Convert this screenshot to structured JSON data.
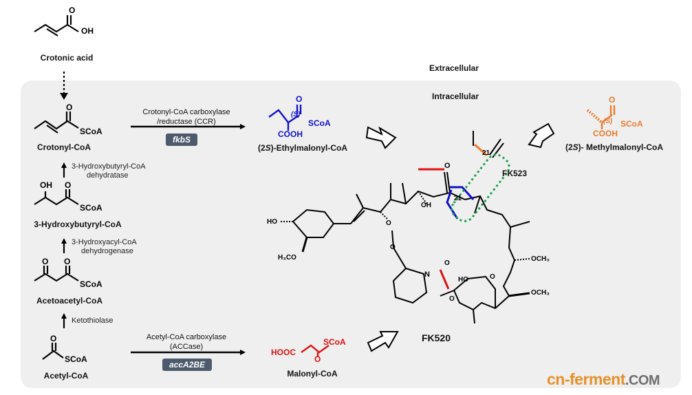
{
  "compartments": {
    "extracellular": "Extracellular",
    "intracellular": "Intracellular"
  },
  "compounds": {
    "crotonic_acid": "Crotonic acid",
    "crotonyl_coa": "Crotonyl-CoA",
    "hydroxybutyryl_coa": "3-Hydroxybutyryl-CoA",
    "acetoacetyl_coa": "Acetoacetyl-CoA",
    "acetyl_coa": "Acetyl-CoA",
    "ethylmalonyl_coa_prefix": "(2",
    "ethylmalonyl_coa_s": "S",
    "ethylmalonyl_coa_suffix": ")-Ethylmalonyl-CoA",
    "methylmalonyl_coa_prefix": "(2",
    "methylmalonyl_coa_s": "S",
    "methylmalonyl_coa_suffix": ")- Methylmalonyl-CoA",
    "malonyl_coa": "Malonyl-CoA",
    "fk520": "FK520",
    "fk523": "FK523"
  },
  "enzymes": {
    "dehydratase_line1": "3-Hydroxybutyryl-CoA",
    "dehydratase_line2": "dehydratase",
    "dehydrogenase_line1": "3-Hydroxyacyl-CoA",
    "dehydrogenase_line2": "dehydrogenase",
    "ketothiolase": "Ketothiolase",
    "ccr_line1": "Crotonyl-CoA carboxylase",
    "ccr_line2": "/reductase (CCR)",
    "accase_line1": "Acetyl-CoA carboxylase",
    "accase_line2": "(ACCase)"
  },
  "genes": {
    "fkbs": "fkbS",
    "acca2be": "accA2BE"
  },
  "atoms": {
    "o": "O",
    "oh": "OH",
    "scoa": "SCoA",
    "cooh": "COOH",
    "hooc": "HOOC",
    "s_label": "(S)",
    "ho": "HO",
    "h3co": "H₃CO",
    "och3": "OCH₃",
    "n": "N",
    "position": "21"
  },
  "colors": {
    "ethyl_blue": "#1010cc",
    "methyl_orange": "#ee7a2e",
    "malonyl_red": "#e01010",
    "box_green": "#1aa14a",
    "gene_badge": "#4d5a6c",
    "panel": "#efefef"
  },
  "watermark": {
    "brand": "cn-ferment",
    "domain": ".COM"
  }
}
